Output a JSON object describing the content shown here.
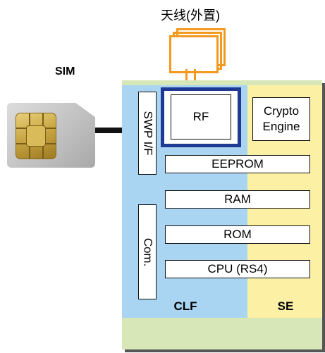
{
  "antenna": {
    "label": "天线(外置)"
  },
  "sim": {
    "title": "SIM"
  },
  "chip": {
    "interface_label": "SWP I/F",
    "com_label": "Com.",
    "rf_label": "RF",
    "crypto_label_line1": "Crypto",
    "crypto_label_line2": "Engine",
    "eeprom_label": "EEPROM",
    "ram_label": "RAM",
    "rom_label": "ROM",
    "cpu_label": "CPU (RS4)",
    "clf_label": "CLF",
    "se_label": "SE"
  },
  "colors": {
    "antenna": "#f39a1e",
    "clf_region": "#a9d5f2",
    "se_region": "#fbf0a4",
    "board": "#d7e7b7",
    "rf_border": "#1f3a93"
  }
}
